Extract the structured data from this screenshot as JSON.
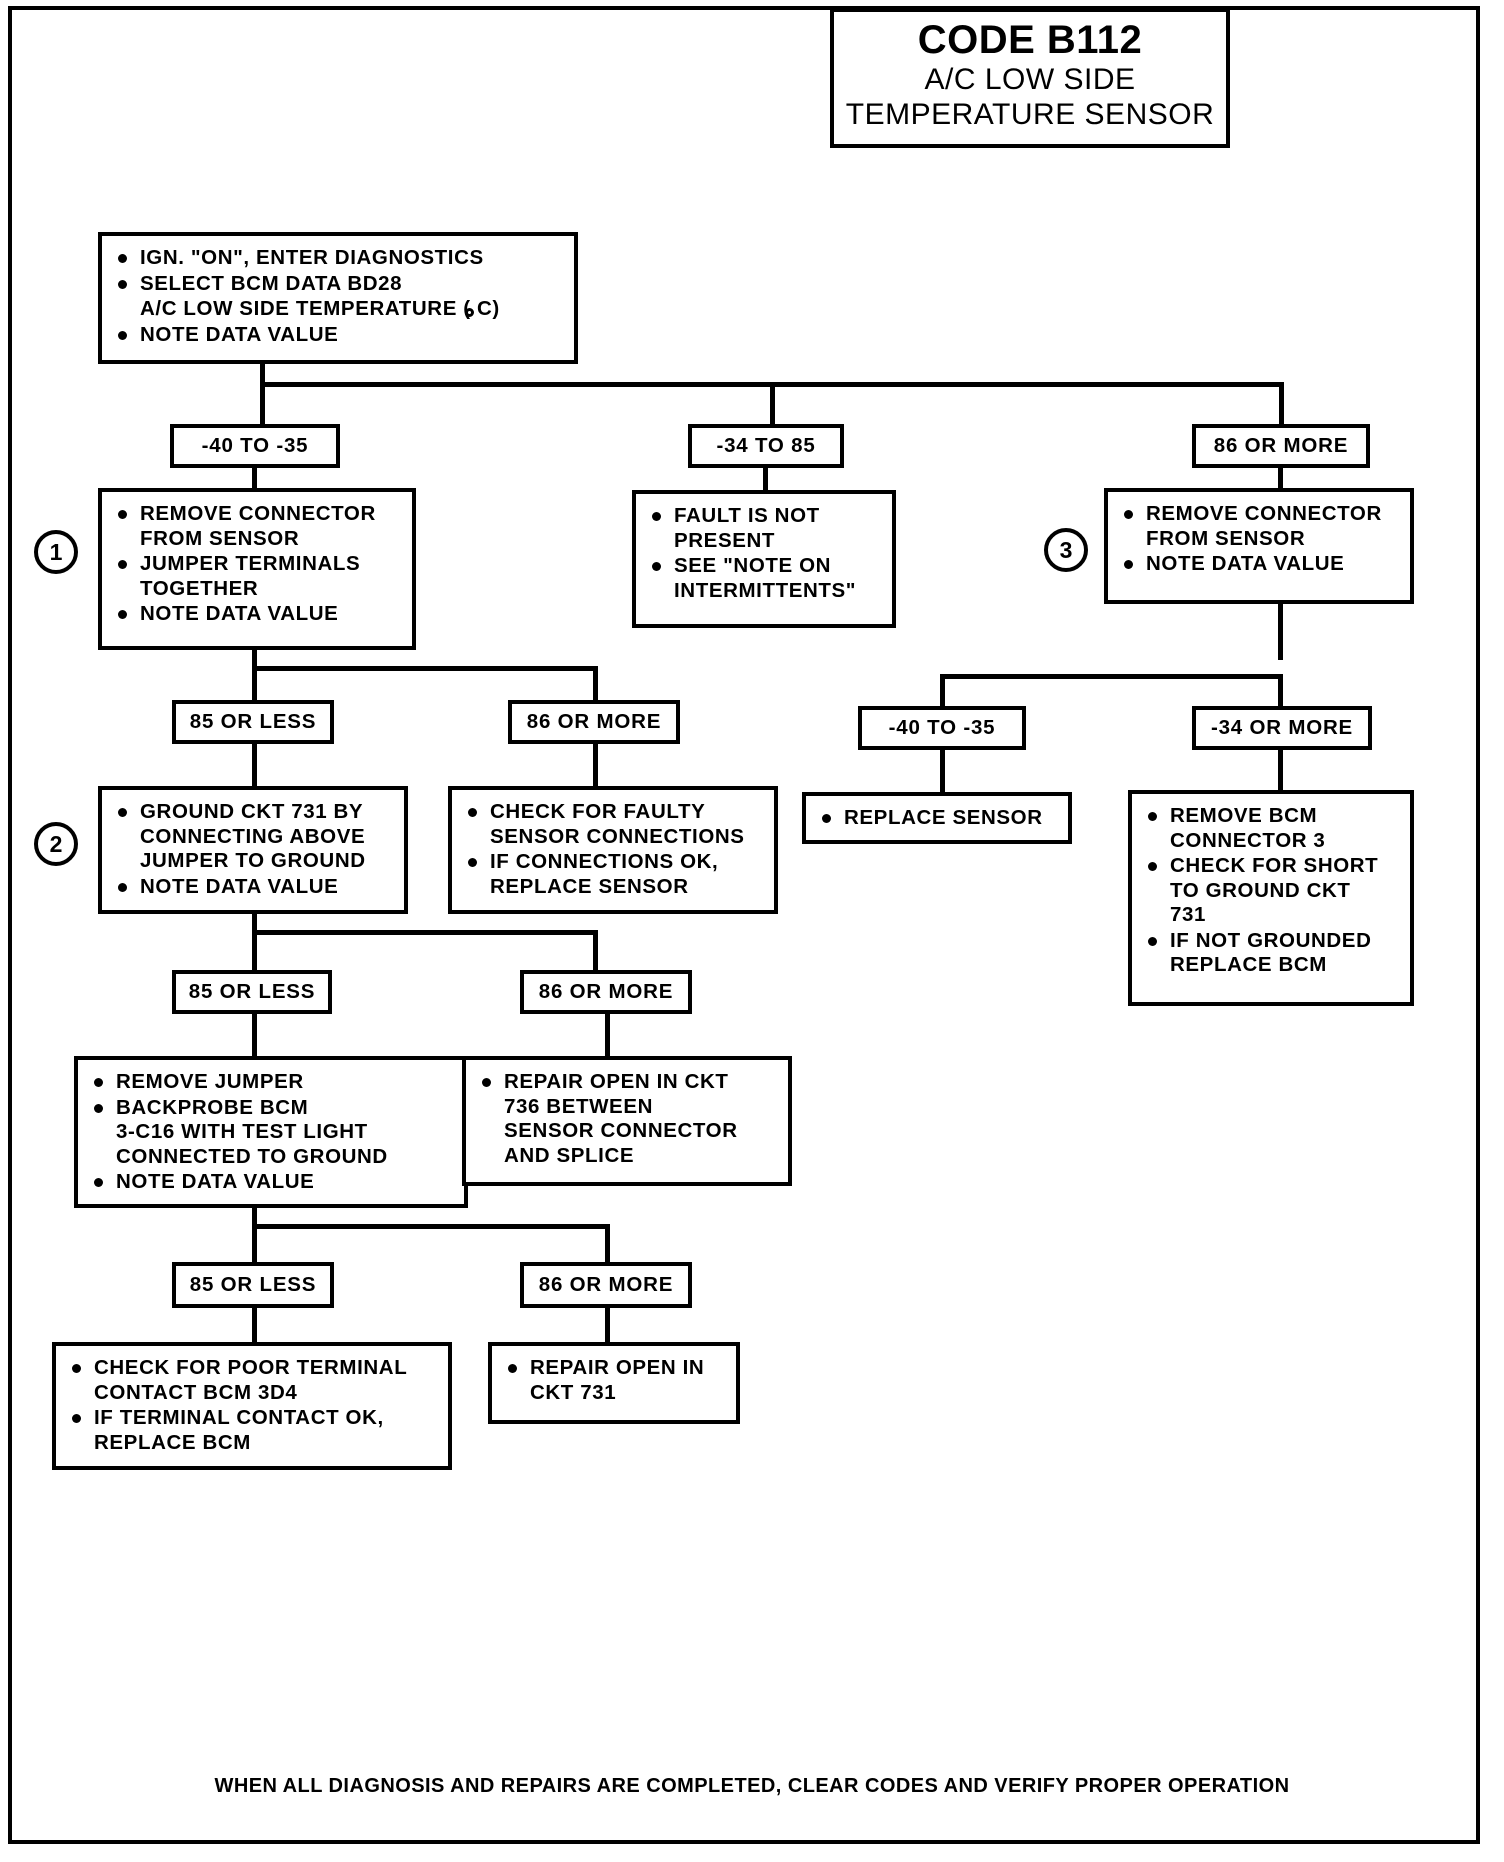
{
  "title": {
    "code": "CODE B112",
    "line1": "A/C LOW SIDE",
    "line2": "TEMPERATURE SENSOR"
  },
  "footer": "WHEN ALL DIAGNOSIS AND REPAIRS ARE COMPLETED, CLEAR CODES AND VERIFY PROPER OPERATION",
  "markers": {
    "one": "1",
    "two": "2",
    "three": "3"
  },
  "boxes": {
    "start": {
      "lines": [
        "IGN. \"ON\", ENTER DIAGNOSTICS",
        "SELECT BCM DATA BD28",
        "A/C LOW SIDE TEMPERATURE (  C)",
        "NOTE DATA VALUE"
      ]
    },
    "step1": {
      "lines": [
        "REMOVE CONNECTOR\nFROM SENSOR",
        "JUMPER TERMINALS\nTOGETHER",
        "NOTE DATA VALUE"
      ]
    },
    "fault_not_present": {
      "lines": [
        "FAULT IS NOT\nPRESENT",
        "SEE \"NOTE ON\nINTERMITTENTS\""
      ]
    },
    "step3": {
      "lines": [
        "REMOVE CONNECTOR\nFROM SENSOR",
        "NOTE DATA VALUE"
      ]
    },
    "step2": {
      "lines": [
        "GROUND CKT 731 BY\nCONNECTING ABOVE\nJUMPER TO GROUND",
        "NOTE  DATA VALUE"
      ]
    },
    "faulty_connections": {
      "lines": [
        "CHECK FOR FAULTY\nSENSOR CONNECTIONS",
        "IF CONNECTIONS OK,\nREPLACE SENSOR"
      ]
    },
    "replace_sensor": {
      "lines": [
        "REPLACE SENSOR"
      ]
    },
    "remove_bcm_conn3": {
      "lines": [
        "REMOVE BCM\nCONNECTOR 3",
        "CHECK FOR SHORT\nTO GROUND CKT\n731",
        "IF NOT GROUNDED\nREPLACE BCM"
      ]
    },
    "remove_jumper": {
      "lines": [
        "REMOVE JUMPER",
        "BACKPROBE BCM\n3-C16 WITH TEST LIGHT\nCONNECTED TO GROUND",
        "NOTE DATA VALUE"
      ]
    },
    "repair_open_736": {
      "lines": [
        "REPAIR OPEN IN CKT\n736 BETWEEN\nSENSOR CONNECTOR\nAND SPLICE"
      ]
    },
    "poor_terminal": {
      "lines": [
        "CHECK FOR POOR TERMINAL\nCONTACT BCM 3D4",
        "IF TERMINAL CONTACT OK,\nREPLACE BCM"
      ]
    },
    "repair_open_731": {
      "lines": [
        "REPAIR OPEN IN\nCKT 731"
      ]
    }
  },
  "conditions": {
    "c_m40_m35_a": "-40 TO -35",
    "c_m34_85": "-34 TO 85",
    "c_86_more_a": "86 OR MORE",
    "c_85_less_1": "85 OR LESS",
    "c_86_more_1": "86 OR MORE",
    "c_m40_m35_b": "-40 TO -35",
    "c_m34_more": "-34 OR MORE",
    "c_85_less_2": "85 OR LESS",
    "c_86_more_2": "86 OR MORE",
    "c_85_less_3": "85 OR LESS",
    "c_86_more_3": "86 OR MORE"
  }
}
